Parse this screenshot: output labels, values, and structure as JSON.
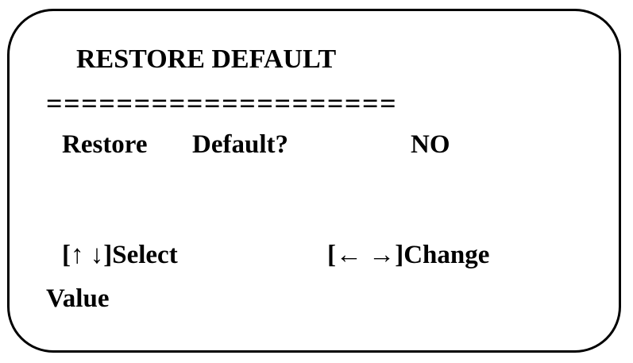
{
  "menu": {
    "title": "RESTORE DEFAULT",
    "divider": "===================="
  },
  "restore_item": {
    "label_restore": "Restore",
    "label_default": "Default?",
    "value": "NO"
  },
  "hints": {
    "select": "[↑ ↓]Select",
    "change": "[← →]Change",
    "value": "Value"
  },
  "colors": {
    "background": "#ffffff",
    "foreground": "#000000"
  }
}
